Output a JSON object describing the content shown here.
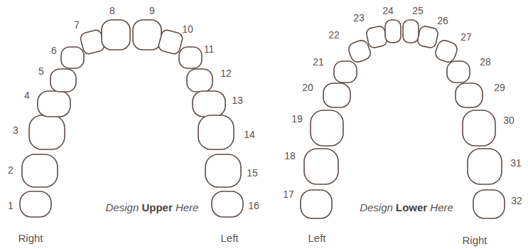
{
  "diagram": {
    "labels": [
      "1",
      "2",
      "3",
      "4",
      "5",
      "6",
      "7",
      "8",
      "9",
      "10",
      "11",
      "12",
      "13",
      "14",
      "15",
      "16",
      "Design Upper Here",
      "Right",
      "Left",
      "17",
      "18",
      "19",
      "20",
      "21",
      "22",
      "23",
      "24",
      "25",
      "26",
      "27",
      "28",
      "29",
      "30",
      "31",
      "32",
      "Design Lower Here",
      "Left",
      "Right"
    ]
  }
}
